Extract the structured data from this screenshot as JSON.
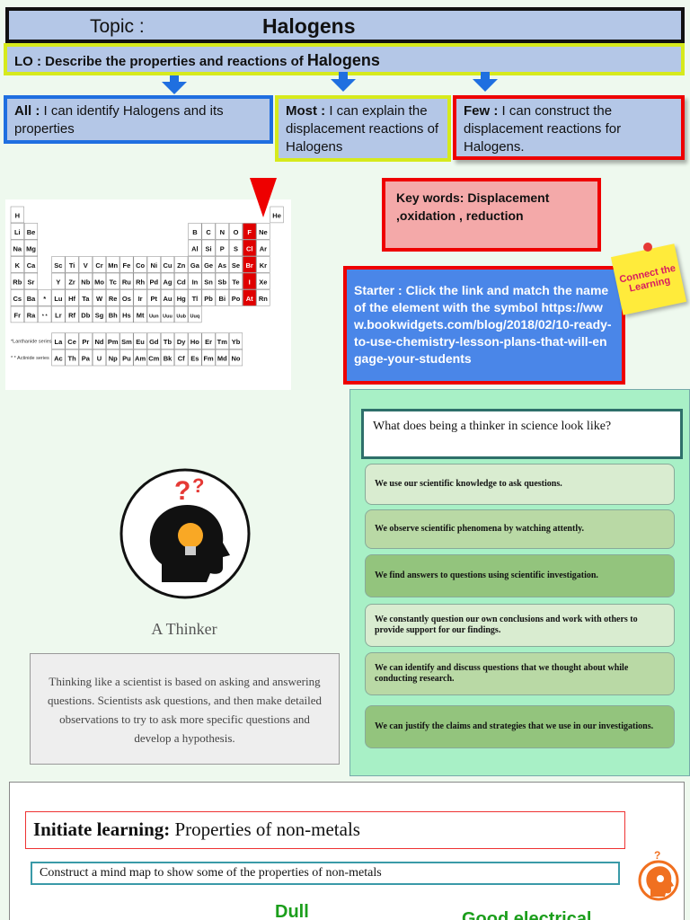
{
  "topic": {
    "label": "Topic :",
    "value": "Halogens"
  },
  "lo": {
    "prefix": "LO : Describe the properties and reactions of",
    "suffix": "Halogens"
  },
  "outcomes": {
    "all": {
      "label": "All :",
      "text": " I can identify Halogens and its properties"
    },
    "most": {
      "label": "Most :",
      "text": " I can explain the displacement reactions of Halogens"
    },
    "few": {
      "label": "Few :",
      "text": "  I can construct the displacement reactions for Halogens."
    }
  },
  "periodic_table": {
    "row1": [
      "H",
      "He"
    ],
    "row2": [
      "Li",
      "Be",
      "B",
      "C",
      "N",
      "O",
      "F",
      "Ne"
    ],
    "row3": [
      "Na",
      "Mg",
      "Al",
      "Si",
      "P",
      "S",
      "Cl",
      "Ar"
    ],
    "row4": [
      "K",
      "Ca",
      "Sc",
      "Ti",
      "V",
      "Cr",
      "Mn",
      "Fe",
      "Co",
      "Ni",
      "Cu",
      "Zn",
      "Ga",
      "Ge",
      "As",
      "Se",
      "Br",
      "Kr"
    ],
    "row5": [
      "Rb",
      "Sr",
      "Y",
      "Zr",
      "Nb",
      "Mo",
      "Tc",
      "Ru",
      "Rh",
      "Pd",
      "Ag",
      "Cd",
      "In",
      "Sn",
      "Sb",
      "Te",
      "I",
      "Xe"
    ],
    "row6": [
      "Cs",
      "Ba",
      "*",
      "Lu",
      "Hf",
      "Ta",
      "W",
      "Re",
      "Os",
      "Ir",
      "Pt",
      "Au",
      "Hg",
      "Tl",
      "Pb",
      "Bi",
      "Po",
      "At",
      "Rn"
    ],
    "row7": [
      "Fr",
      "Ra",
      "* *",
      "Lr",
      "Rf",
      "Db",
      "Sg",
      "Bh",
      "Hs",
      "Mt",
      "Uun",
      "Uuu",
      "Uub",
      "Uuq"
    ],
    "lanthanide_label": "*Lanthanide series",
    "actinide_label": "* * Actinide series",
    "lanthanides": [
      "La",
      "Ce",
      "Pr",
      "Nd",
      "Pm",
      "Sm",
      "Eu",
      "Gd",
      "Tb",
      "Dy",
      "Ho",
      "Er",
      "Tm",
      "Yb"
    ],
    "actinides": [
      "Ac",
      "Th",
      "Pa",
      "U",
      "Np",
      "Pu",
      "Am",
      "Cm",
      "Bk",
      "Cf",
      "Es",
      "Fm",
      "Md",
      "No"
    ],
    "halogens": [
      "F",
      "Cl",
      "Br",
      "I",
      "At"
    ],
    "highlight_color": "#e00000"
  },
  "key_words": {
    "label": "Key words:",
    "text": " Displacement ,oxidation , reduction"
  },
  "starter": {
    "text": "Starter : Click the link and match the name of the element with the symbol https://www.bookwidgets.com/blog/2018/02/10-ready-to-use-chemistry-lesson-plans-that-will-engage-your-students"
  },
  "sticky_note": {
    "text": "Connect the Learning"
  },
  "thinker": {
    "title": "A Thinker",
    "description": "Thinking like a scientist is based on asking and answering questions. Scientists ask questions, and then make detailed observations to try to ask more specific questions and develop a hypothesis.",
    "question": "What does being a thinker in science look like?",
    "items": [
      "We use our scientific knowledge to ask questions.",
      "We observe scientific phenomena by watching attently.",
      "We find answers to questions using scientific investigation.",
      "We constantly question our own conclusions and work with others to provide support for our findings.",
      "We can identify and discuss questions that we thought about while conducting research.",
      "We can justify the claims and strategies that we use in our investigations."
    ],
    "item_colors": [
      "#d9ecd0",
      "#b9d9a5",
      "#93c47d",
      "#d9ecd0",
      "#b9d9a5",
      "#93c47d"
    ]
  },
  "initiate": {
    "label": "Initiate learning:",
    "text": " Properties of non-metals",
    "task": "Construct a mind map to show some of the properties of non-metals",
    "dull": "Dull",
    "good": "Good electrical"
  }
}
